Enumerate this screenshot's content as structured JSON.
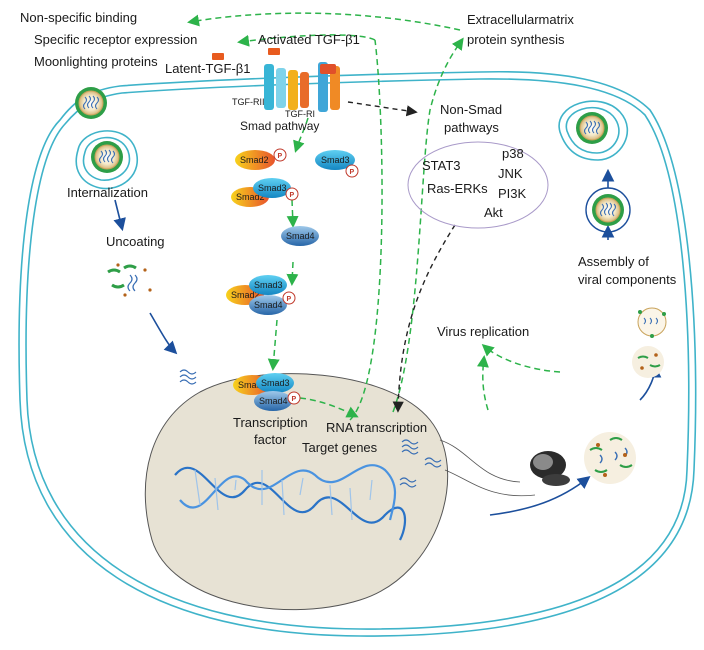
{
  "labels": {
    "non_specific_binding": "Non-specific binding",
    "specific_receptor": "Specific receptor expression",
    "moonlighting": "Moonlighting proteins",
    "activated_tgf": "Activated TGF-β1",
    "latent_tgf": "Latent-TGF-β1",
    "ecm_line1": "Extracellularmatrix",
    "ecm_line2": "protein synthesis",
    "tgf_rii": "TGF-RII",
    "tgf_ri": "TGF-RI",
    "smad_pathway": "Smad pathway",
    "non_smad_line1": "Non-Smad",
    "non_smad_line2": "pathways",
    "p38": "p38",
    "stat3": "STAT3",
    "jnk": "JNK",
    "ras_erks": "Ras-ERKs",
    "pi3k": "PI3K",
    "akt": "Akt",
    "internalization": "Internalization",
    "uncoating": "Uncoating",
    "assembly_line1": "Assembly of",
    "assembly_line2": "viral components",
    "virus_replication": "Virus replication",
    "transcription_line1": "Transcription",
    "transcription_line2": "factor",
    "target_genes": "Target genes",
    "rna_transcription": "RNA transcription"
  },
  "molecules": {
    "smad2": "Smad2",
    "smad3": "Smad3",
    "smad4": "Smad4",
    "p": "P"
  },
  "colors": {
    "membrane": "#3fb3c9",
    "nucleus": "#e7e2d4",
    "dna": "#2a73c7",
    "green_arrow": "#2db34a",
    "blue_arrow": "#1c4f9c",
    "black_arrow": "#222222",
    "smad2": "#f2a20c",
    "smad3": "#1aa7d9",
    "smad4": "#2f7fc0"
  }
}
